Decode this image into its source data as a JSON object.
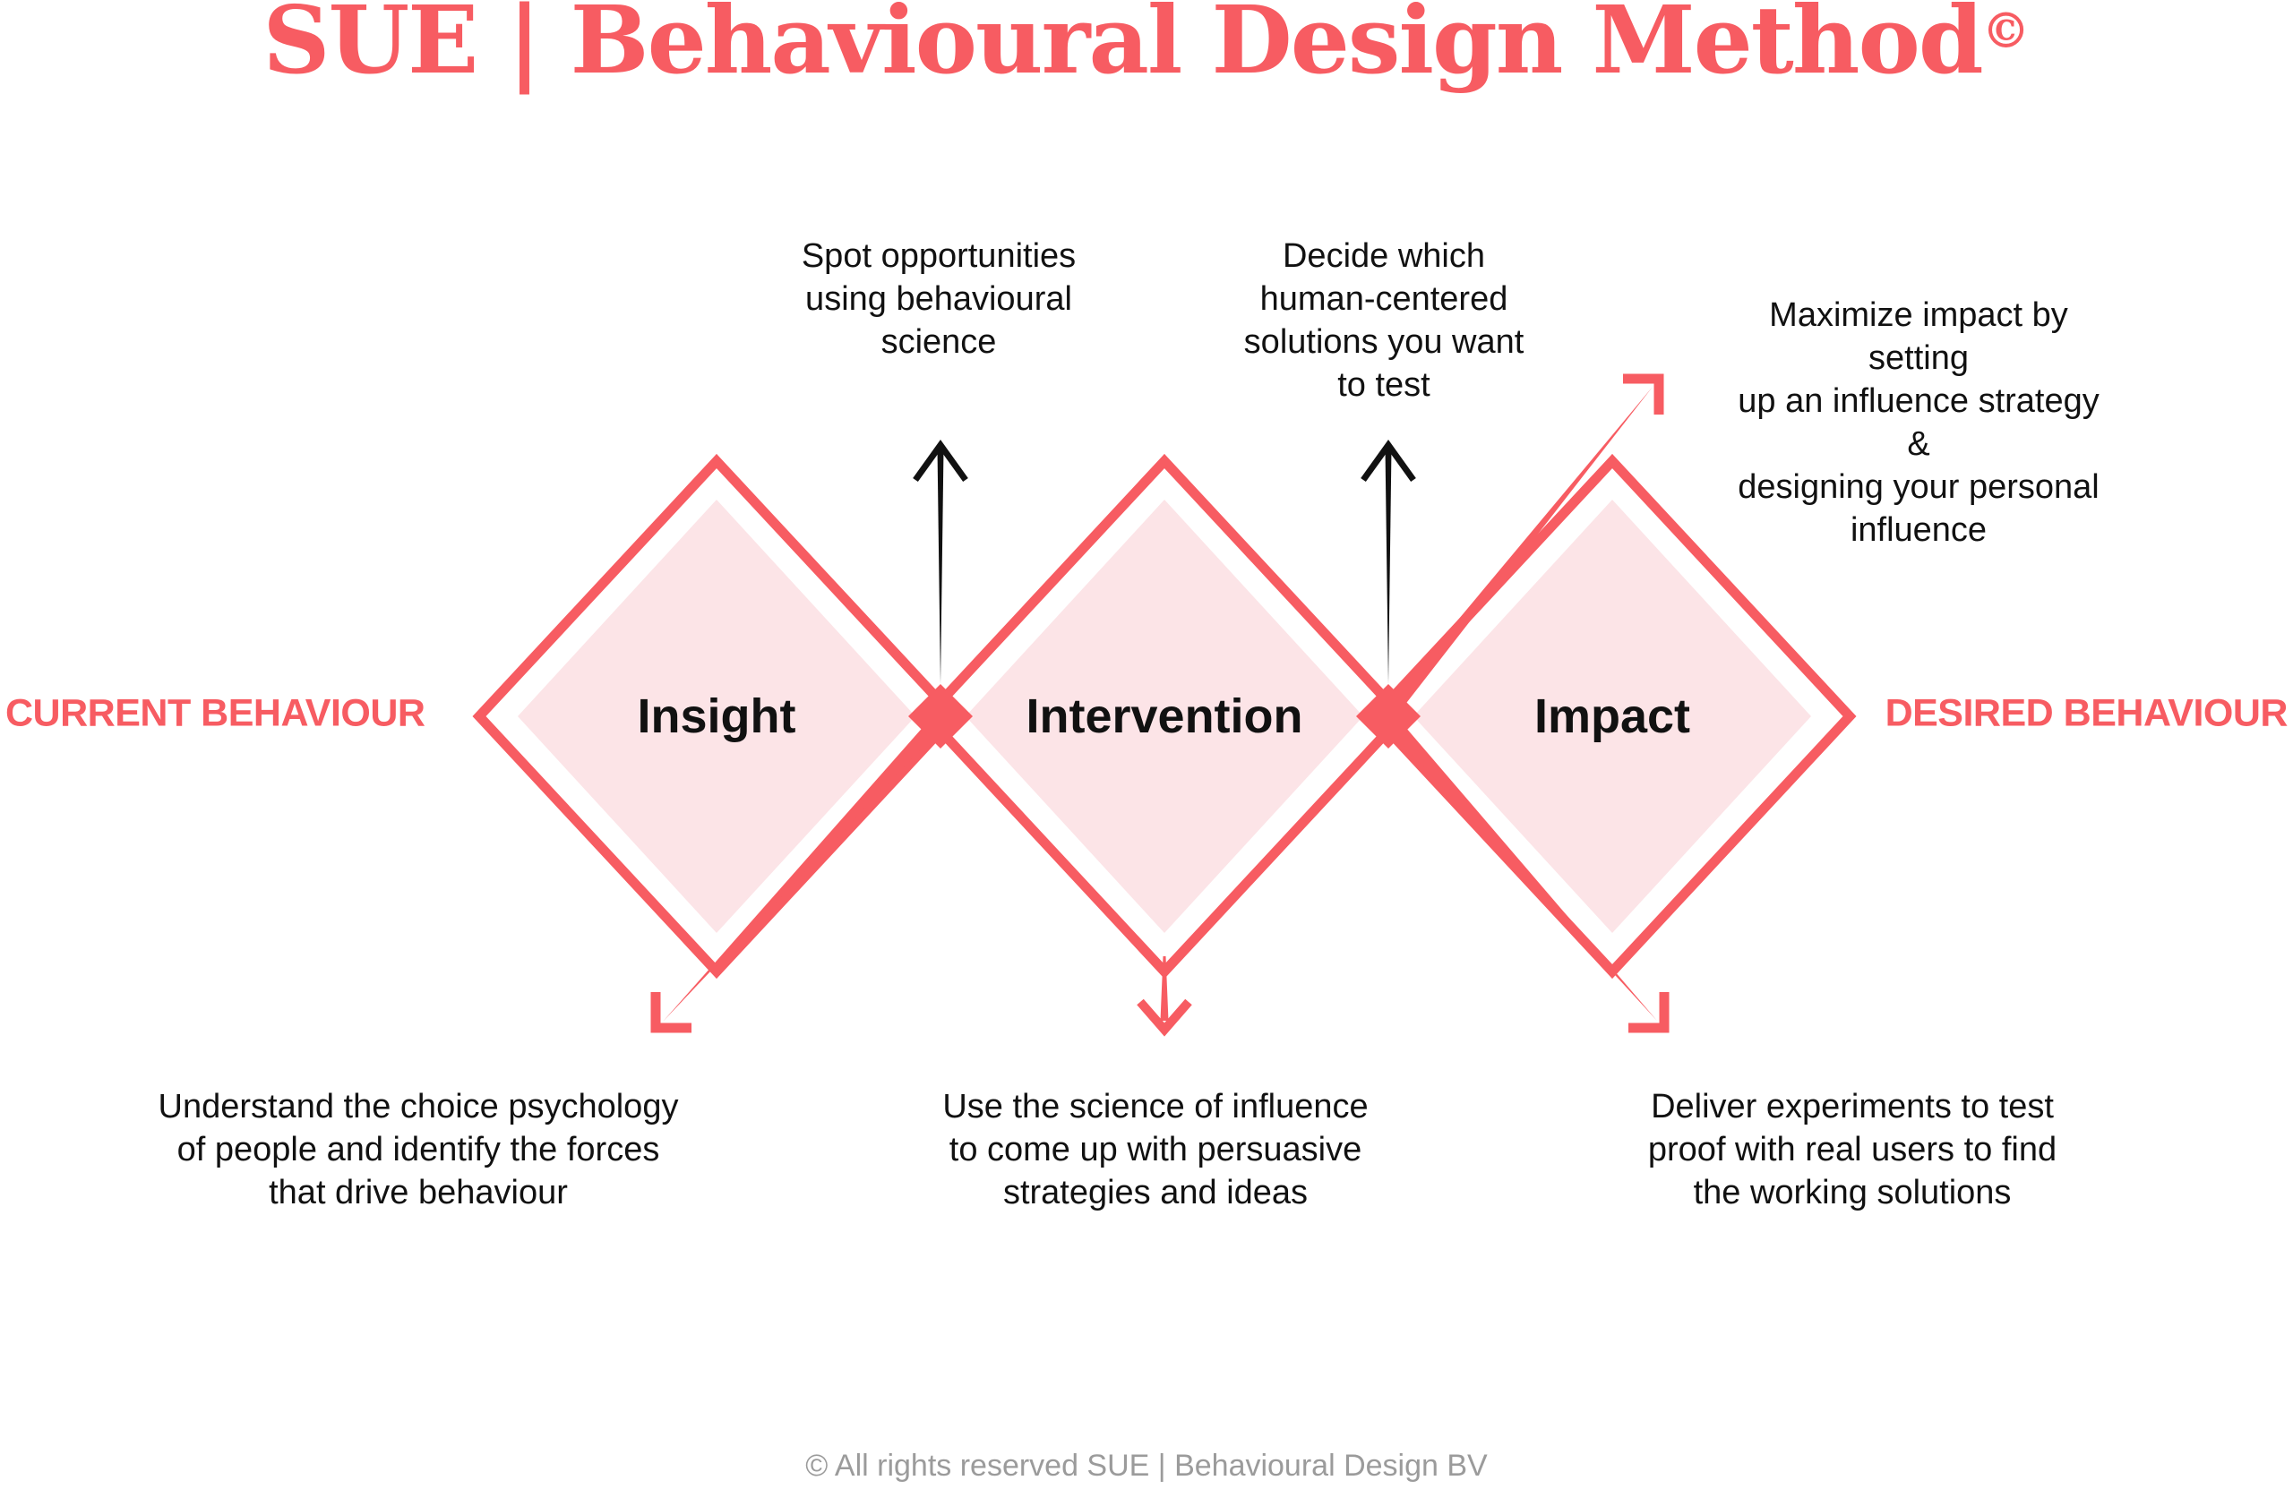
{
  "title": {
    "text": "SUE | Behavioural Design Method",
    "copyright": "©"
  },
  "colors": {
    "coral": "#f75c62",
    "pink": "#fce4e7",
    "ink": "#111111",
    "muted": "#9b9b9b"
  },
  "side_labels": {
    "left": "CURRENT BEHAVIOUR",
    "right": "DESIRED BEHAVIOUR"
  },
  "phases": [
    {
      "label": "Insight"
    },
    {
      "label": "Intervention"
    },
    {
      "label": "Impact"
    }
  ],
  "annotations": {
    "top": [
      {
        "text": "Spot opportunities\nusing behavioural\nscience"
      },
      {
        "text": "Decide which\nhuman-centered\nsolutions you want\nto test"
      },
      {
        "text": "Maximize impact by setting\nup an influence strategy &\ndesigning your personal\ninfluence"
      }
    ],
    "bottom": [
      {
        "text": "Understand the choice psychology\nof people and identify the forces\nthat drive behaviour"
      },
      {
        "text": "Use the science of influence\nto come up with persuasive\nstrategies and ideas"
      },
      {
        "text": "Deliver experiments to test\nproof with real users to find\nthe working solutions"
      }
    ]
  },
  "footer": "© All rights reserved SUE | Behavioural Design BV"
}
